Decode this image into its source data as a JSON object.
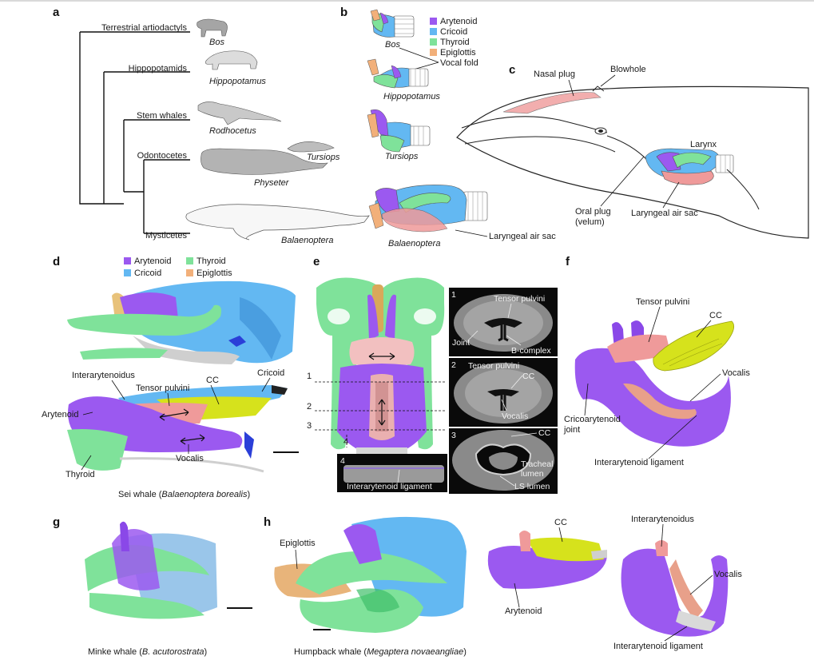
{
  "panels": {
    "a": "a",
    "b": "b",
    "c": "c",
    "d": "d",
    "e": "e",
    "f": "f",
    "g": "g",
    "h": "h"
  },
  "colors": {
    "arytenoid": "#9b59f0",
    "cricoid": "#63b8f2",
    "thyroid": "#7fe29a",
    "epiglottis": "#f2b07a",
    "tensor_vocalis": "#ef9a9a",
    "cc": "#d6e21c"
  },
  "a": {
    "clades": [
      "Terrestrial artiodactyls",
      "Hippopotamids",
      "Stem whales",
      "Odontocetes",
      "Mysticetes"
    ],
    "taxa": [
      "Bos",
      "Hippopotamus",
      "Rodhocetus",
      "Tursiops",
      "Physeter",
      "Balaenoptera"
    ]
  },
  "b": {
    "legend": [
      "Arytenoid",
      "Cricoid",
      "Thyroid",
      "Epiglottis"
    ],
    "vocal_fold": "Vocal fold",
    "taxa": [
      "Bos",
      "Hippopotamus",
      "Tursiops",
      "Balaenoptera"
    ],
    "laryngeal_air_sac": "Laryngeal air sac"
  },
  "c": {
    "nasal_plug": "Nasal plug",
    "blowhole": "Blowhole",
    "larynx": "Larynx",
    "oral_plug_1": "Oral plug",
    "oral_plug_2": "(velum)",
    "laryngeal_air_sac": "Laryngeal air sac"
  },
  "d": {
    "legend": [
      "Arytenoid",
      "Thyroid",
      "Cricoid",
      "Epiglottis"
    ],
    "labels": {
      "interarytenoidus": "Interarytenoidus",
      "tensor_pulvini": "Tensor pulvini",
      "cc": "CC",
      "cricoid": "Cricoid",
      "arytenoid": "Arytenoid",
      "vocalis": "Vocalis",
      "thyroid": "Thyroid"
    },
    "caption_pre": "Sei whale (",
    "caption_species": "Balaenoptera borealis",
    "caption_post": ")"
  },
  "e": {
    "slices": [
      "1",
      "2",
      "3",
      "4"
    ],
    "s1": {
      "tensor": "Tensor pulvini",
      "joint": "Joint",
      "bcomplex": "B-complex"
    },
    "s2": {
      "tensor": "Tensor pulvini",
      "cc": "CC",
      "vocalis": "Vocalis"
    },
    "s3": {
      "cc": "CC",
      "tracheal1": "Tracheal",
      "tracheal2": "lumen",
      "ls": "LS lumen"
    },
    "s4": {
      "ligament": "Interarytenoid ligament"
    }
  },
  "f": {
    "tensor": "Tensor pulvini",
    "cc": "CC",
    "vocalis": "Vocalis",
    "joint1": "Cricoarytenoid",
    "joint2": "joint",
    "ligament": "Interarytenoid ligament"
  },
  "g": {
    "caption_pre": "Minke whale (",
    "caption_species": "B. acutorostrata",
    "caption_post": ")"
  },
  "h": {
    "epiglottis": "Epiglottis",
    "cc": "CC",
    "arytenoid": "Arytenoid",
    "interarytenoidus": "Interarytenoidus",
    "vocalis": "Vocalis",
    "ligament": "Interarytenoid ligament",
    "caption_pre": "Humpback whale (",
    "caption_species": "Megaptera novaeangliae",
    "caption_post": ")"
  }
}
